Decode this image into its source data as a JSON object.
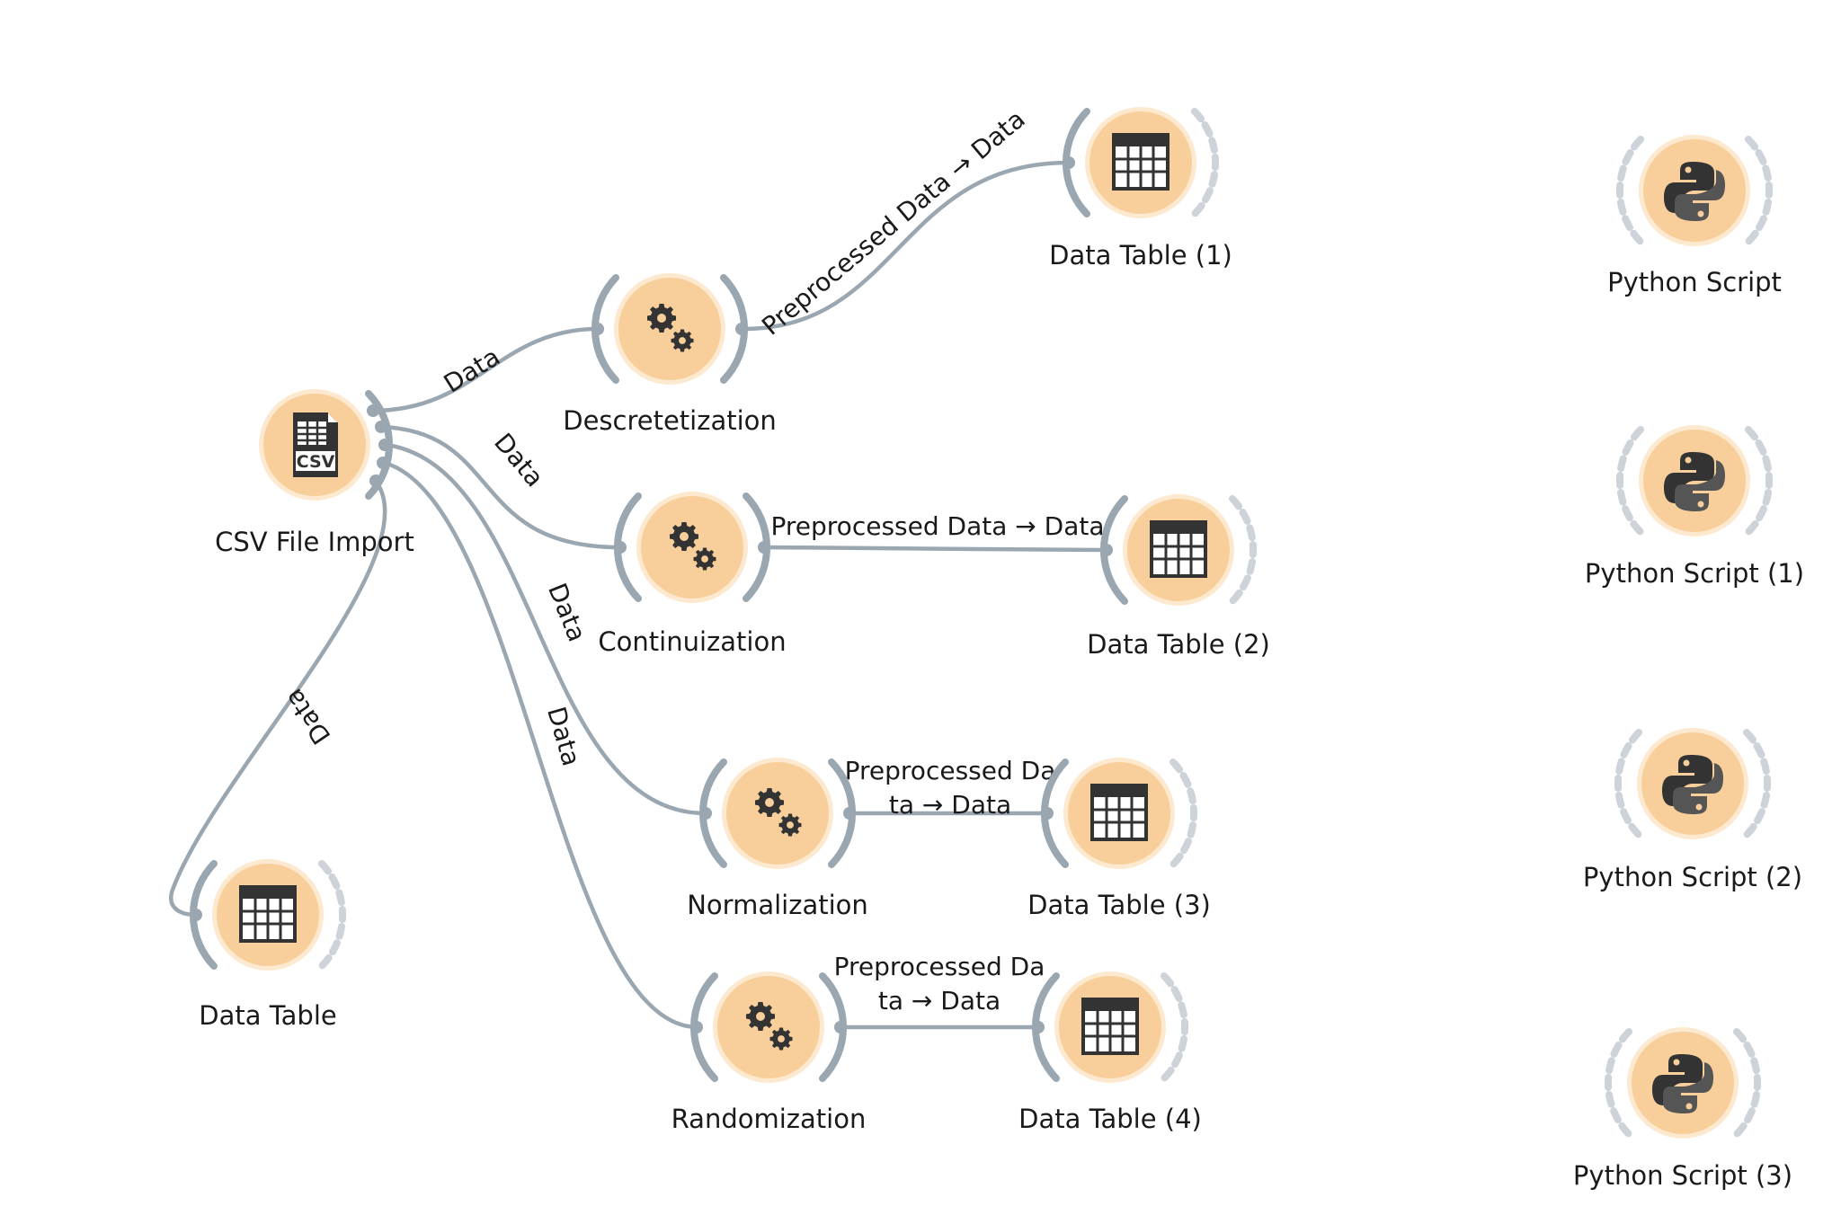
{
  "nodes": {
    "csv_import": {
      "label": "CSV File Import",
      "icon": "csv-file-icon"
    },
    "descretization": {
      "label": "Descretetization",
      "icon": "gears-icon"
    },
    "continuization": {
      "label": "Continuization",
      "icon": "gears-icon"
    },
    "normalization": {
      "label": "Normalization",
      "icon": "gears-icon"
    },
    "randomization": {
      "label": "Randomization",
      "icon": "gears-icon"
    },
    "data_table": {
      "label": "Data Table",
      "icon": "table-icon"
    },
    "data_table_1": {
      "label": "Data Table (1)",
      "icon": "table-icon"
    },
    "data_table_2": {
      "label": "Data Table (2)",
      "icon": "table-icon"
    },
    "data_table_3": {
      "label": "Data Table (3)",
      "icon": "table-icon"
    },
    "data_table_4": {
      "label": "Data Table (4)",
      "icon": "table-icon"
    },
    "python_script": {
      "label": "Python Script",
      "icon": "python-icon"
    },
    "python_script_1": {
      "label": "Python Script (1)",
      "icon": "python-icon"
    },
    "python_script_2": {
      "label": "Python Script (2)",
      "icon": "python-icon"
    },
    "python_script_3": {
      "label": "Python Script (3)",
      "icon": "python-icon"
    }
  },
  "links": {
    "csv_to_descretization": "Data",
    "csv_to_continuization": "Data",
    "csv_to_normalization": "Data",
    "csv_to_randomization": "Data",
    "csv_to_data_table": "Data",
    "descretization_to_table": "Preprocessed Data → Data",
    "continuization_to_table": "Preprocessed Data → Data",
    "normalization_to_table_line1": "Preprocessed Da",
    "normalization_to_table_line2": "ta → Data",
    "randomization_to_table_line1": "Preprocessed Da",
    "randomization_to_table_line2": "ta → Data"
  },
  "colors": {
    "node_fill": "#f8cf9a",
    "node_halo": "#fde9cf",
    "link": "#9aa6b0",
    "icon": "#333333"
  }
}
